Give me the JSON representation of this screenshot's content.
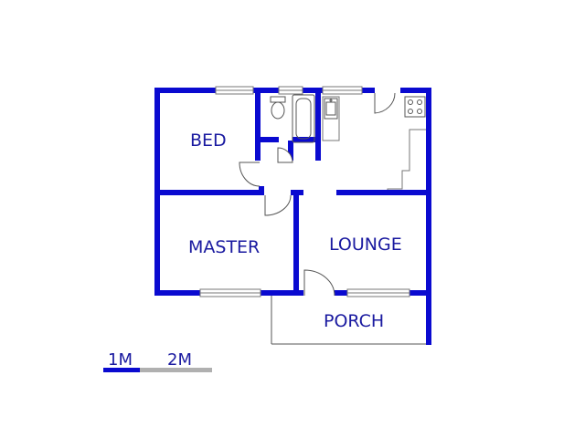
{
  "rooms": {
    "bed": "BED",
    "master": "MASTER",
    "lounge": "LOUNGE",
    "porch": "PORCH"
  },
  "scale_bar": {
    "label_1": "1M",
    "label_2": "2M"
  },
  "colors": {
    "wall": "#0a0ad0",
    "label": "#1a1aa0",
    "fixture": "#555555",
    "window": "#888888",
    "scale_secondary": "#b0b0b0"
  }
}
